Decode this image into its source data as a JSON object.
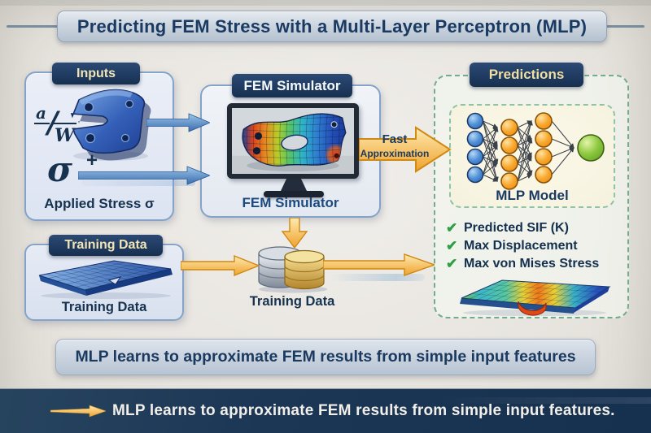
{
  "title": "Predicting FEM Stress with a Multi-Layer Perceptron (MLP)",
  "inputs": {
    "tab": "Inputs",
    "ratio_numerator": "a",
    "ratio_slash": "/",
    "ratio_denominator": "W",
    "plus_sign": "+",
    "sigma_symbol": "σ",
    "caption": "Applied Stress σ"
  },
  "fem": {
    "tab": "FEM Simulator",
    "caption": "FEM Simulator"
  },
  "fast_arrow": {
    "line1": "Fast",
    "line2": "Approximation"
  },
  "predictions": {
    "tab": "Predictions",
    "mlp_label": "MLP Model",
    "check_glyph": "✔",
    "items": [
      "Predicted SIF (K)",
      "Max Displacement",
      "Max von Mises Stress"
    ],
    "mlp_layers": [
      4,
      4,
      4,
      1
    ]
  },
  "training": {
    "tab": "Training Data",
    "caption": "Training Data"
  },
  "database": {
    "caption": "Training Data"
  },
  "caption_bar": {
    "text": "MLP learns to approximate FEM results from simple input features"
  },
  "footer": {
    "text": "MLP learns to approximate FEM results from simple input features."
  },
  "colors": {
    "navy": "#1c3a5e",
    "panel_border_blue": "#85a3c8",
    "gold_arrow": "#f0a838",
    "blue_arrow": "#3c74b4",
    "check_green": "#2e9e44",
    "dashed_green": "#74ab8c",
    "footer_bg": "#1b3556"
  }
}
